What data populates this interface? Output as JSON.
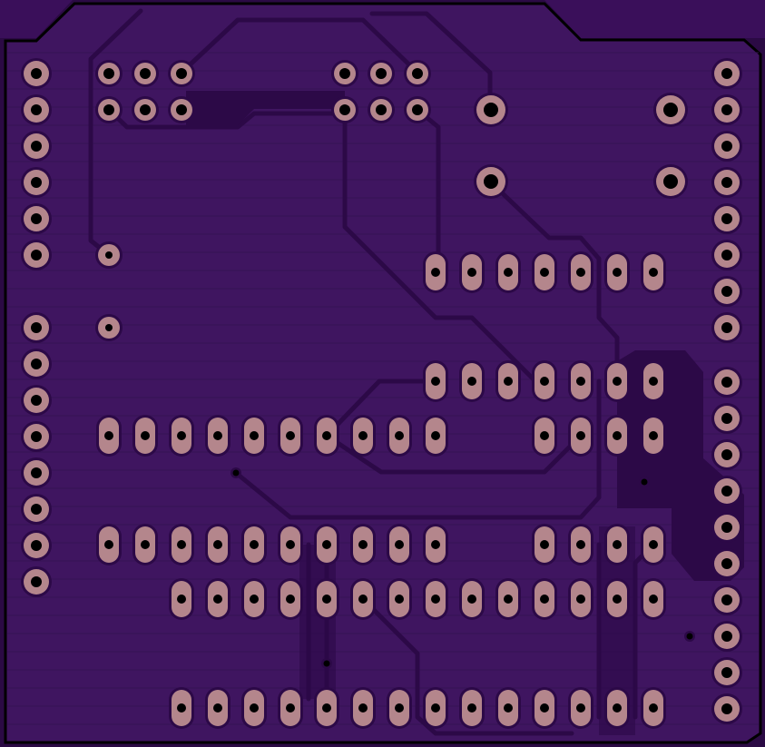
{
  "board": {
    "substrate_color": "#3f1560",
    "outline_color": "#000000",
    "mask_color": "#3a1158",
    "copper_color": "#2c0947",
    "pad_color": "#b4868c",
    "drill_color": "#000000"
  },
  "footprints": {
    "left_header_top": {
      "pins": 6,
      "shape": "round"
    },
    "left_header_bottom": {
      "pins": 8,
      "shape": "round"
    },
    "right_header_top": {
      "pins": 8,
      "shape": "round"
    },
    "right_header_bottom": {
      "pins": 10,
      "shape": "round"
    },
    "top_left_2x3": {
      "pins": 6,
      "shape": "round"
    },
    "top_mid_2x3": {
      "pins": 6,
      "shape": "round"
    },
    "pushbutton": {
      "pins": 4,
      "shape": "round-large"
    },
    "small_two_pin": {
      "pins": 2,
      "shape": "round-small"
    },
    "ic_upper": {
      "pins": 14,
      "shape": "oval"
    },
    "ic_middle_left": {
      "pins": 20,
      "shape": "oval"
    },
    "ic_middle_right": {
      "pins": 8,
      "shape": "oval"
    },
    "ic_lower": {
      "pins": 28,
      "shape": "oval"
    }
  },
  "vias": {
    "count": 4
  }
}
